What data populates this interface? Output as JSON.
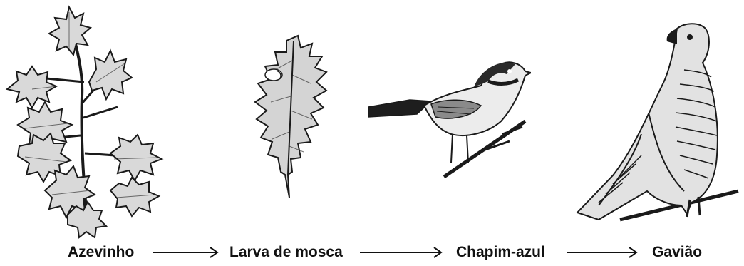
{
  "food_chain": {
    "organisms": [
      {
        "label": "Azevinho",
        "icon": "holly-branch-illustration"
      },
      {
        "label": "Larva de mosca",
        "icon": "holly-leaf-with-larva-illustration"
      },
      {
        "label": "Chapim-azul",
        "icon": "blue-tit-bird-illustration"
      },
      {
        "label": "Gavião",
        "icon": "sparrowhawk-illustration"
      }
    ],
    "ink_color": "#1a1a1a"
  }
}
